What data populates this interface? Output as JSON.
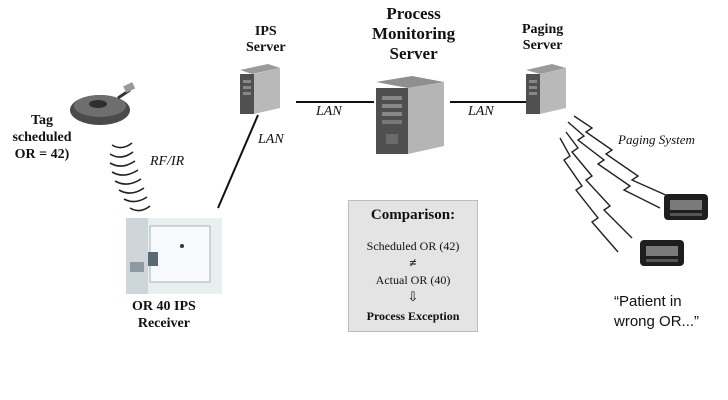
{
  "servers": {
    "ips": {
      "title_line1": "IPS",
      "title_line2": "Server"
    },
    "process": {
      "title_line1": "Process",
      "title_line2": "Monitoring",
      "title_line3": "Server"
    },
    "paging": {
      "title_line1": "Paging",
      "title_line2": "Server"
    }
  },
  "links": {
    "lan_ips_receiver": "LAN",
    "lan_ips_process": "LAN",
    "lan_process_paging": "LAN",
    "rf_ir": "RF/IR",
    "paging_system": "Paging System"
  },
  "tag": {
    "line1": "Tag",
    "line2": "scheduled",
    "line3": "OR = 42)"
  },
  "receiver": {
    "line1": "OR 40 IPS",
    "line2": "Receiver"
  },
  "comparison": {
    "title": "Comparison:",
    "scheduled": "Scheduled OR (42)",
    "not_equal": "≠",
    "actual": "Actual OR (40)",
    "arrow": "⇩",
    "result": "Process Exception"
  },
  "message": {
    "line1": "“Patient in",
    "line2": "wrong OR...”"
  },
  "colors": {
    "server_dark": "#555555",
    "server_light": "#c8c8c8",
    "box_fill": "#e4e4e4"
  }
}
